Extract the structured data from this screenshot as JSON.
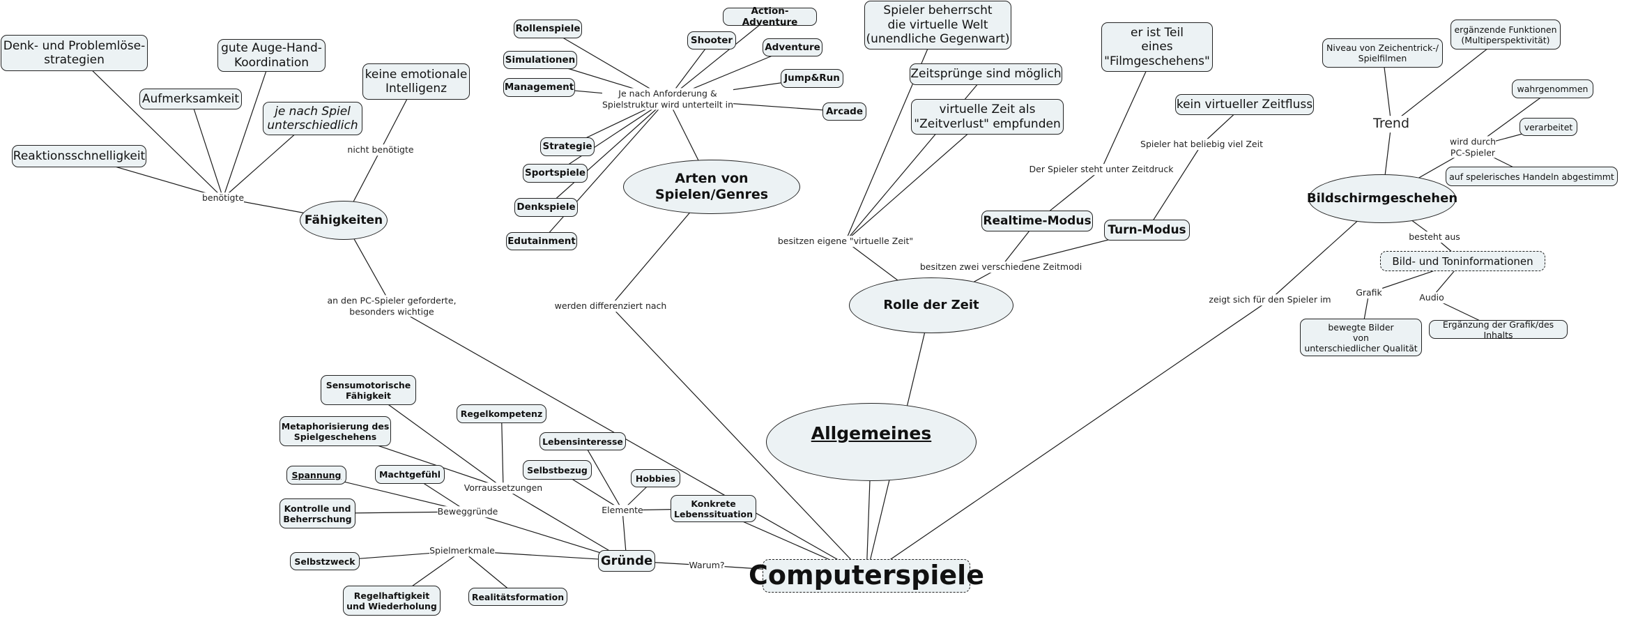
{
  "root": {
    "title": "Computerspiele"
  },
  "hubs": {
    "allgemeines": "Allgemeines",
    "arten": "Arten von Spielen/Genres",
    "rolle_zeit": "Rolle der Zeit",
    "bildschirm": "Bildschirmgeschehen",
    "faehigkeiten": "Fähigkeiten",
    "gruende": "Gründe"
  },
  "faehigkeiten": {
    "linking_needed": "benötigte",
    "linking_not_needed": "nicht benötigte",
    "linking_to_gruende": "an den PC-Spieler geforderte,\nbesonders wichtige",
    "needed": [
      "Denk- und Problemlöse-\nstrategien",
      "gute Auge-Hand-\nKoordination",
      "Aufmerksamkeit",
      "je nach Spiel\nunterschiedlich",
      "Reaktionsschnelligkeit"
    ],
    "not_needed": "keine emotionale\nIntelligenz"
  },
  "arten": {
    "linking_phrase": "Je nach Anforderung &\nSpielstruktur wird unterteilt in",
    "linking_to_allgemeines": "werden differenziert nach",
    "genres": [
      "Rollenspiele",
      "Simulationen",
      "Management",
      "Strategie",
      "Sportspiele",
      "Denkspiele",
      "Edutainment",
      "Shooter",
      "Action-Adventure",
      "Adventure",
      "Jump&Run",
      "Arcade"
    ]
  },
  "zeit": {
    "linking_virtual": "besitzen eigene \"virtuelle Zeit\"",
    "linking_modes": "besitzen zwei verschiedene Zeitmodi",
    "virtual_items": [
      "Spieler beherrscht\ndie virtuelle Welt\n(unendliche Gegenwart)",
      "Zeitsprünge sind möglich",
      "virtuelle Zeit als\n\"Zeitverlust\" empfunden"
    ],
    "realtime": {
      "label": "Realtime-Modus",
      "linking": "Der Spieler steht unter Zeitdruck",
      "result": "er ist Teil\neines\n\"Filmgeschehens\""
    },
    "turn": {
      "label": "Turn-Modus",
      "linking": "Spieler hat beliebig viel Zeit",
      "result": "kein virtueller Zeitfluss"
    }
  },
  "bildschirm": {
    "linking_from_root": "zeigt sich für den Spieler im",
    "trend": {
      "label": "Trend",
      "items": [
        "Niveau von Zeichentrick-/\nSpielfilmen",
        "ergänzende Funktionen\n(Multiperspektivität)"
      ]
    },
    "pc_spieler": {
      "linking": "wird durch\nPC-Spieler",
      "items": [
        "wahrgenommen",
        "verarbeitet",
        "auf spelerisches Handeln abgestimmt"
      ]
    },
    "besteht_aus": {
      "linking": "besteht aus",
      "node": "Bild- und Toninformationen",
      "grafik_label": "Grafik",
      "grafik_item": "bewegte Bilder\nvon\nunterschiedlicher Qualität",
      "audio_label": "Audio",
      "audio_item": "Ergänzung der Grafik/des Inhalts"
    }
  },
  "gruende": {
    "linking_warum": "Warum?",
    "voraussetzungen": {
      "label": "Vorraussetzungen",
      "items": [
        "Sensumotorische\nFähigkeit",
        "Metaphorisierung des\nSpielgeschehens",
        "Regelkompetenz"
      ]
    },
    "beweggruende": {
      "label": "Beweggründe",
      "items": [
        "Spannung",
        "Machtgefühl",
        "Kontrolle und\nBeherrschung"
      ]
    },
    "spielmerkmale": {
      "label": "Spielmerkmale",
      "items": [
        "Selbstzweck",
        "Regelhaftigkeit\nund Wiederholung",
        "Realitätsformation"
      ]
    },
    "elemente": {
      "label": "Elemente",
      "items": [
        "Lebensinteresse",
        "Selbstbezug",
        "Hobbies",
        "Konkrete\nLebenssituation"
      ]
    }
  }
}
